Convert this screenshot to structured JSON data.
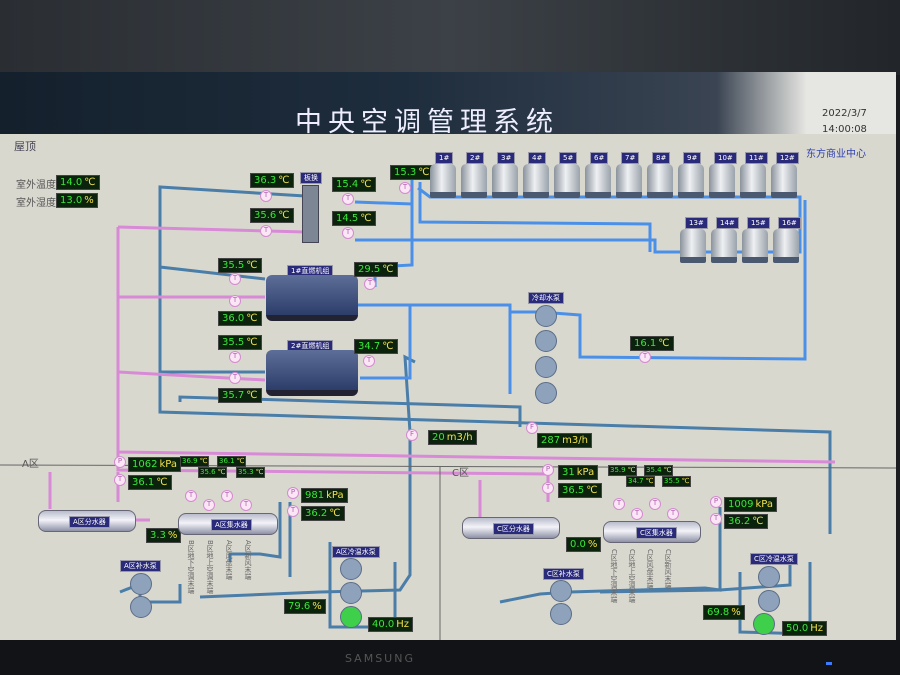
{
  "header": {
    "title": "中央空调管理系统",
    "date": "2022/3/7",
    "time": "14:00:08",
    "org": "东方商业中心"
  },
  "roof": {
    "section": "屋顶",
    "outdoor_temp_label": "室外温度",
    "outdoor_temp": "14.0",
    "outdoor_hum_label": "室外湿度",
    "outdoor_hum": "13.0",
    "plate_hx": "板换",
    "cooling_pump": "冷却水泵"
  },
  "units": {
    "c": "℃",
    "pct": "%",
    "kpa": "kPa",
    "flow": "m3/h",
    "hz": "Hz"
  },
  "sensor": {
    "t": "T",
    "p": "P",
    "f": "F"
  },
  "readings": {
    "hx_in_hot": "36.3",
    "hx_out_hot": "35.6",
    "hx_cold1": "15.4",
    "hx_cold2": "14.5",
    "tower_supply": "15.3",
    "ch1_in": "35.5",
    "ch1_out": "36.0",
    "ch1_cw": "29.5",
    "ch2_in": "35.5",
    "ch2_out": "35.7",
    "ch2_cw": "34.7",
    "cw_return": "16.1",
    "flow1": "20",
    "flow2": "287"
  },
  "towers": [
    "1#",
    "2#",
    "3#",
    "4#",
    "5#",
    "6#",
    "7#",
    "8#",
    "9#",
    "10#",
    "11#",
    "12#",
    "13#",
    "14#",
    "15#",
    "16#"
  ],
  "chillers": [
    "1#直燃机组",
    "2#直燃机组"
  ],
  "zoneA": {
    "name": "A区",
    "supply_p": "1062",
    "supply_t": "36.1",
    "sub_temps": [
      "36.9",
      "35.6",
      "36.1",
      "35.3"
    ],
    "return_p": "981",
    "return_t": "36.2",
    "valve": "3.3",
    "pump_valve": "79.6",
    "freq": "40.0",
    "distributor": "A区分水器",
    "collector": "A区集水器",
    "makeup_pump": "A区补水泵",
    "circ_pump": "A区冷温水泵",
    "branches": [
      "B区地下空调末端",
      "B区地上空调末端",
      "A区风盘末端",
      "A区新风末端"
    ]
  },
  "zoneC": {
    "name": "C区",
    "supply_p": "31",
    "supply_t": "36.5",
    "sub_temps": [
      "35.9",
      "34.7",
      "35.4",
      "35.5"
    ],
    "return_p": "1009",
    "return_t": "36.2",
    "valve": "0.0",
    "pump_valve": "69.8",
    "freq": "50.0",
    "distributor": "C区分水器",
    "collector": "C区集水器",
    "makeup_pump": "C区补水泵",
    "circ_pump": "C区冷温水泵",
    "branches": [
      "C区地下空调末端",
      "C区地上空调末端",
      "C区风盘末端",
      "C区新风末端"
    ]
  },
  "monitor": {
    "brand": "SAMSUNG"
  },
  "colors": {
    "hot_pipe": "#d88ad6",
    "cold_pipe": "#4a90e8",
    "return_pipe": "#4a7ea8",
    "value_text": "#38e838",
    "unit_text": "#f2e14a"
  }
}
